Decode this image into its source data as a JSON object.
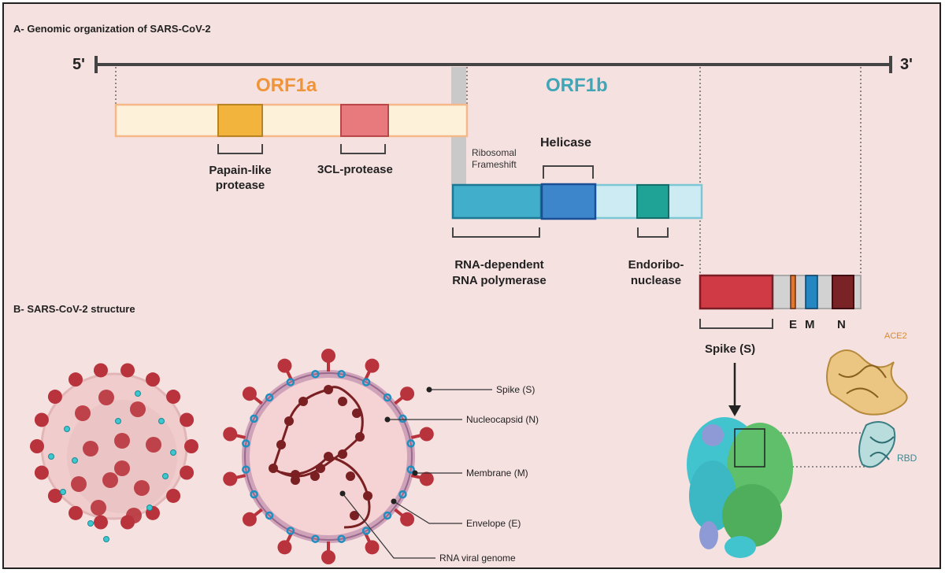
{
  "sectionA": {
    "title": "A- Genomic organization of  SARS-CoV-2",
    "five_prime": "5'",
    "three_prime": "3'",
    "orf1a": {
      "label": "ORF1a",
      "color": "#f0943a"
    },
    "orf1b": {
      "label": "ORF1b",
      "color": "#3fa6b8"
    },
    "papain": {
      "line1": "Papain-like",
      "line2": "protease"
    },
    "cl_protease": "3CL-protease",
    "ribosomal": {
      "line1": "Ribosomal",
      "line2": "Frameshift"
    },
    "helicase": "Helicase",
    "rdrp": {
      "line1": "RNA-dependent",
      "line2": "RNA polymerase"
    },
    "endo": {
      "line1": "Endoribo-",
      "line2": "nuclease"
    },
    "genes": {
      "e": "E",
      "m": "M",
      "n": "N"
    },
    "spike": "Spike (S)",
    "ace2": "ACE2",
    "rbd": "RBD"
  },
  "sectionB": {
    "title": "B-  SARS-CoV-2  structure",
    "labels": {
      "spike": "Spike (S)",
      "nucleocapsid": "Nucleocapsid (N)",
      "membrane": "Membrane (M)",
      "envelope": "Envelope (E)",
      "genome": "RNA viral genome"
    }
  },
  "colors": {
    "background": "#f6e1e1",
    "spike_red": "#b8333c",
    "membrane_blue": "#1f8fbf",
    "genome_dark": "#7a1f22",
    "protein_cyan": "#3fc7d0",
    "protein_green": "#5fbf6a",
    "ace2_gold": "#e4b565"
  }
}
